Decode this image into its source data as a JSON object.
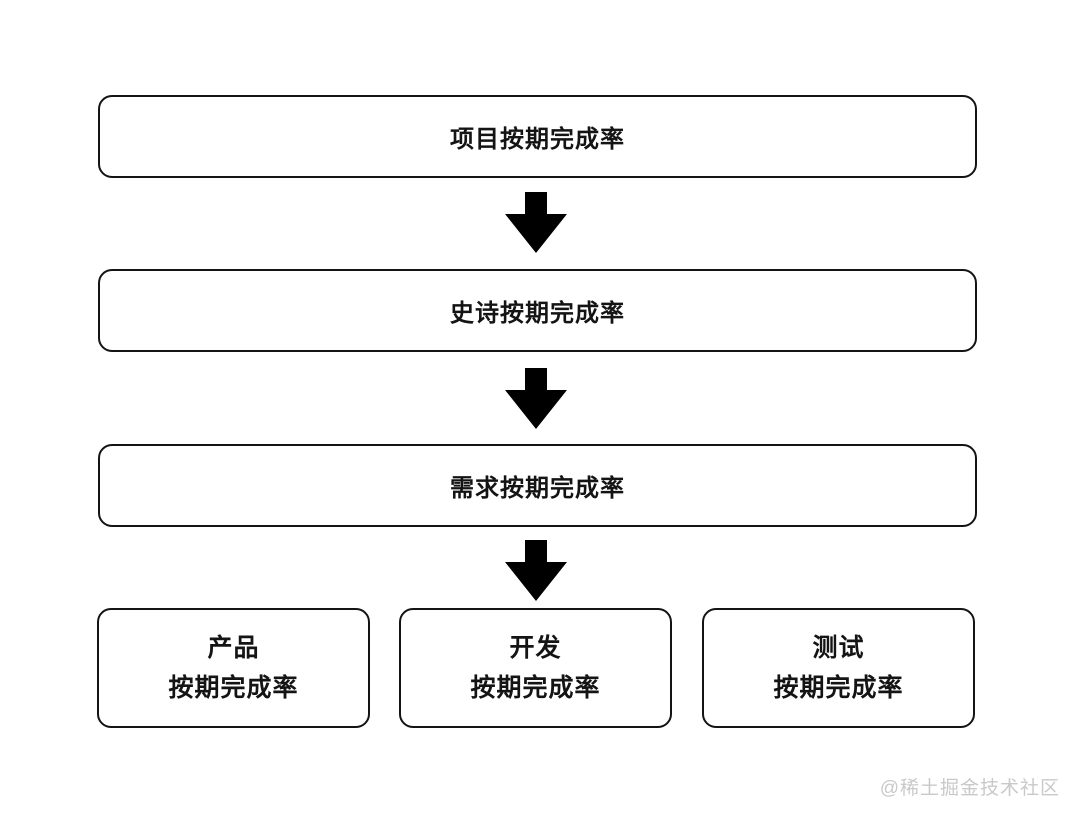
{
  "diagram": {
    "levels": [
      {
        "label": "项目按期完成率"
      },
      {
        "label": "史诗按期完成率"
      },
      {
        "label": "需求按期完成率"
      }
    ],
    "children": [
      {
        "line1": "产品",
        "line2": "按期完成率"
      },
      {
        "line1": "开发",
        "line2": "按期完成率"
      },
      {
        "line1": "测试",
        "line2": "按期完成率"
      }
    ]
  },
  "watermark": {
    "text": "@稀土掘金技术社区"
  },
  "colors": {
    "background": "#ffffff",
    "node_border": "#141414",
    "arrow": "#000000",
    "watermark_text": "#c9c9c9"
  }
}
